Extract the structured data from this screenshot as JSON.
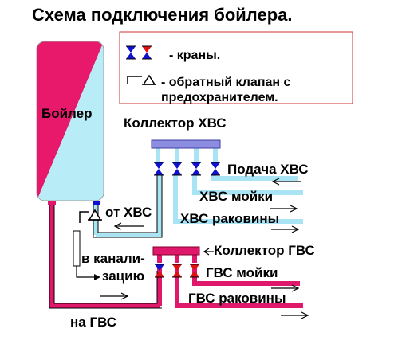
{
  "title": "Схема подключения бойлера.",
  "legend": {
    "valves_label": "- краны.",
    "check_valve_line1": "- обратный клапан с",
    "check_valve_line2": "предохранителем."
  },
  "boiler": {
    "label": "Бойлер"
  },
  "labels": {
    "cold_manifold": "Коллектор ХВС",
    "cold_supply": "Подача ХВС",
    "cold_sink": "ХВС мойки",
    "cold_washbasin": "ХВС раковины",
    "from_cold": "от ХВС",
    "hot_manifold": "Коллектор ГВС",
    "to_drain_line1": "в канали-",
    "to_drain_line2": "зацию",
    "hot_sink": "ГВС мойки",
    "hot_washbasin": "ГВС раковины",
    "to_hot": "на ГВС"
  },
  "colors": {
    "cold": "#a8e4f4",
    "hot": "#e0186c",
    "manifold_cold": "#8c8ce0",
    "valve_blue": "#1010d0",
    "valve_red": "#e01010",
    "legend_border": "#d03030"
  }
}
